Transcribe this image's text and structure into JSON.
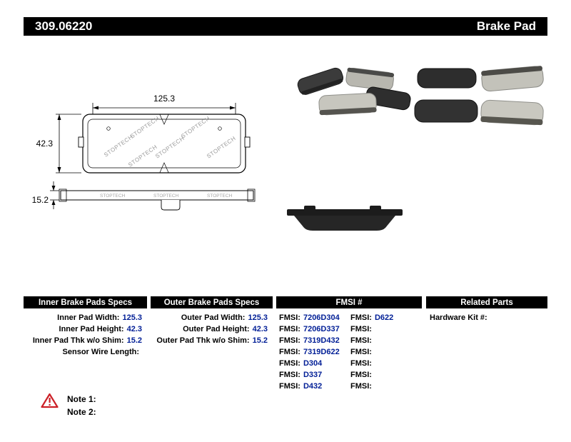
{
  "header": {
    "part_number": "309.06220",
    "title": "Brake Pad",
    "bar_color": "#000000",
    "text_color": "#ffffff"
  },
  "drawing": {
    "watermark": "STOPTECH",
    "dimensions": {
      "width": "125.3",
      "height": "42.3",
      "thickness": "15.2"
    }
  },
  "specs": {
    "inner": {
      "title": "Inner Brake Pads Specs",
      "rows": [
        {
          "label": "Inner Pad Width:",
          "value": "125.3"
        },
        {
          "label": "Inner Pad Height:",
          "value": "42.3"
        },
        {
          "label": "Inner Pad Thk w/o Shim:",
          "value": "15.2"
        },
        {
          "label": "Sensor Wire Length:",
          "value": ""
        }
      ]
    },
    "outer": {
      "title": "Outer Brake Pads Specs",
      "rows": [
        {
          "label": "Outer Pad Width:",
          "value": "125.3"
        },
        {
          "label": "Outer Pad Height:",
          "value": "42.3"
        },
        {
          "label": "Outer Pad Thk w/o Shim:",
          "value": "15.2"
        }
      ]
    },
    "fmsi": {
      "title": "FMSI #",
      "rows": [
        {
          "c1_label": "FMSI:",
          "c1_value": "7206D304",
          "c2_label": "FMSI:",
          "c2_value": "D622"
        },
        {
          "c1_label": "FMSI:",
          "c1_value": "7206D337",
          "c2_label": "FMSI:",
          "c2_value": ""
        },
        {
          "c1_label": "FMSI:",
          "c1_value": "7319D432",
          "c2_label": "FMSI:",
          "c2_value": ""
        },
        {
          "c1_label": "FMSI:",
          "c1_value": "7319D622",
          "c2_label": "FMSI:",
          "c2_value": ""
        },
        {
          "c1_label": "FMSI:",
          "c1_value": "D304",
          "c2_label": "FMSI:",
          "c2_value": ""
        },
        {
          "c1_label": "FMSI:",
          "c1_value": "D337",
          "c2_label": "FMSI:",
          "c2_value": ""
        },
        {
          "c1_label": "FMSI:",
          "c1_value": "D432",
          "c2_label": "FMSI:",
          "c2_value": ""
        }
      ]
    },
    "related": {
      "title": "Related Parts",
      "rows": [
        {
          "label": "Hardware Kit #:",
          "value": ""
        }
      ]
    }
  },
  "notes": {
    "note1_label": "Note 1:",
    "note2_label": "Note 2:",
    "warning_color": "#cc2027"
  },
  "colors": {
    "value_text": "#001E96"
  }
}
